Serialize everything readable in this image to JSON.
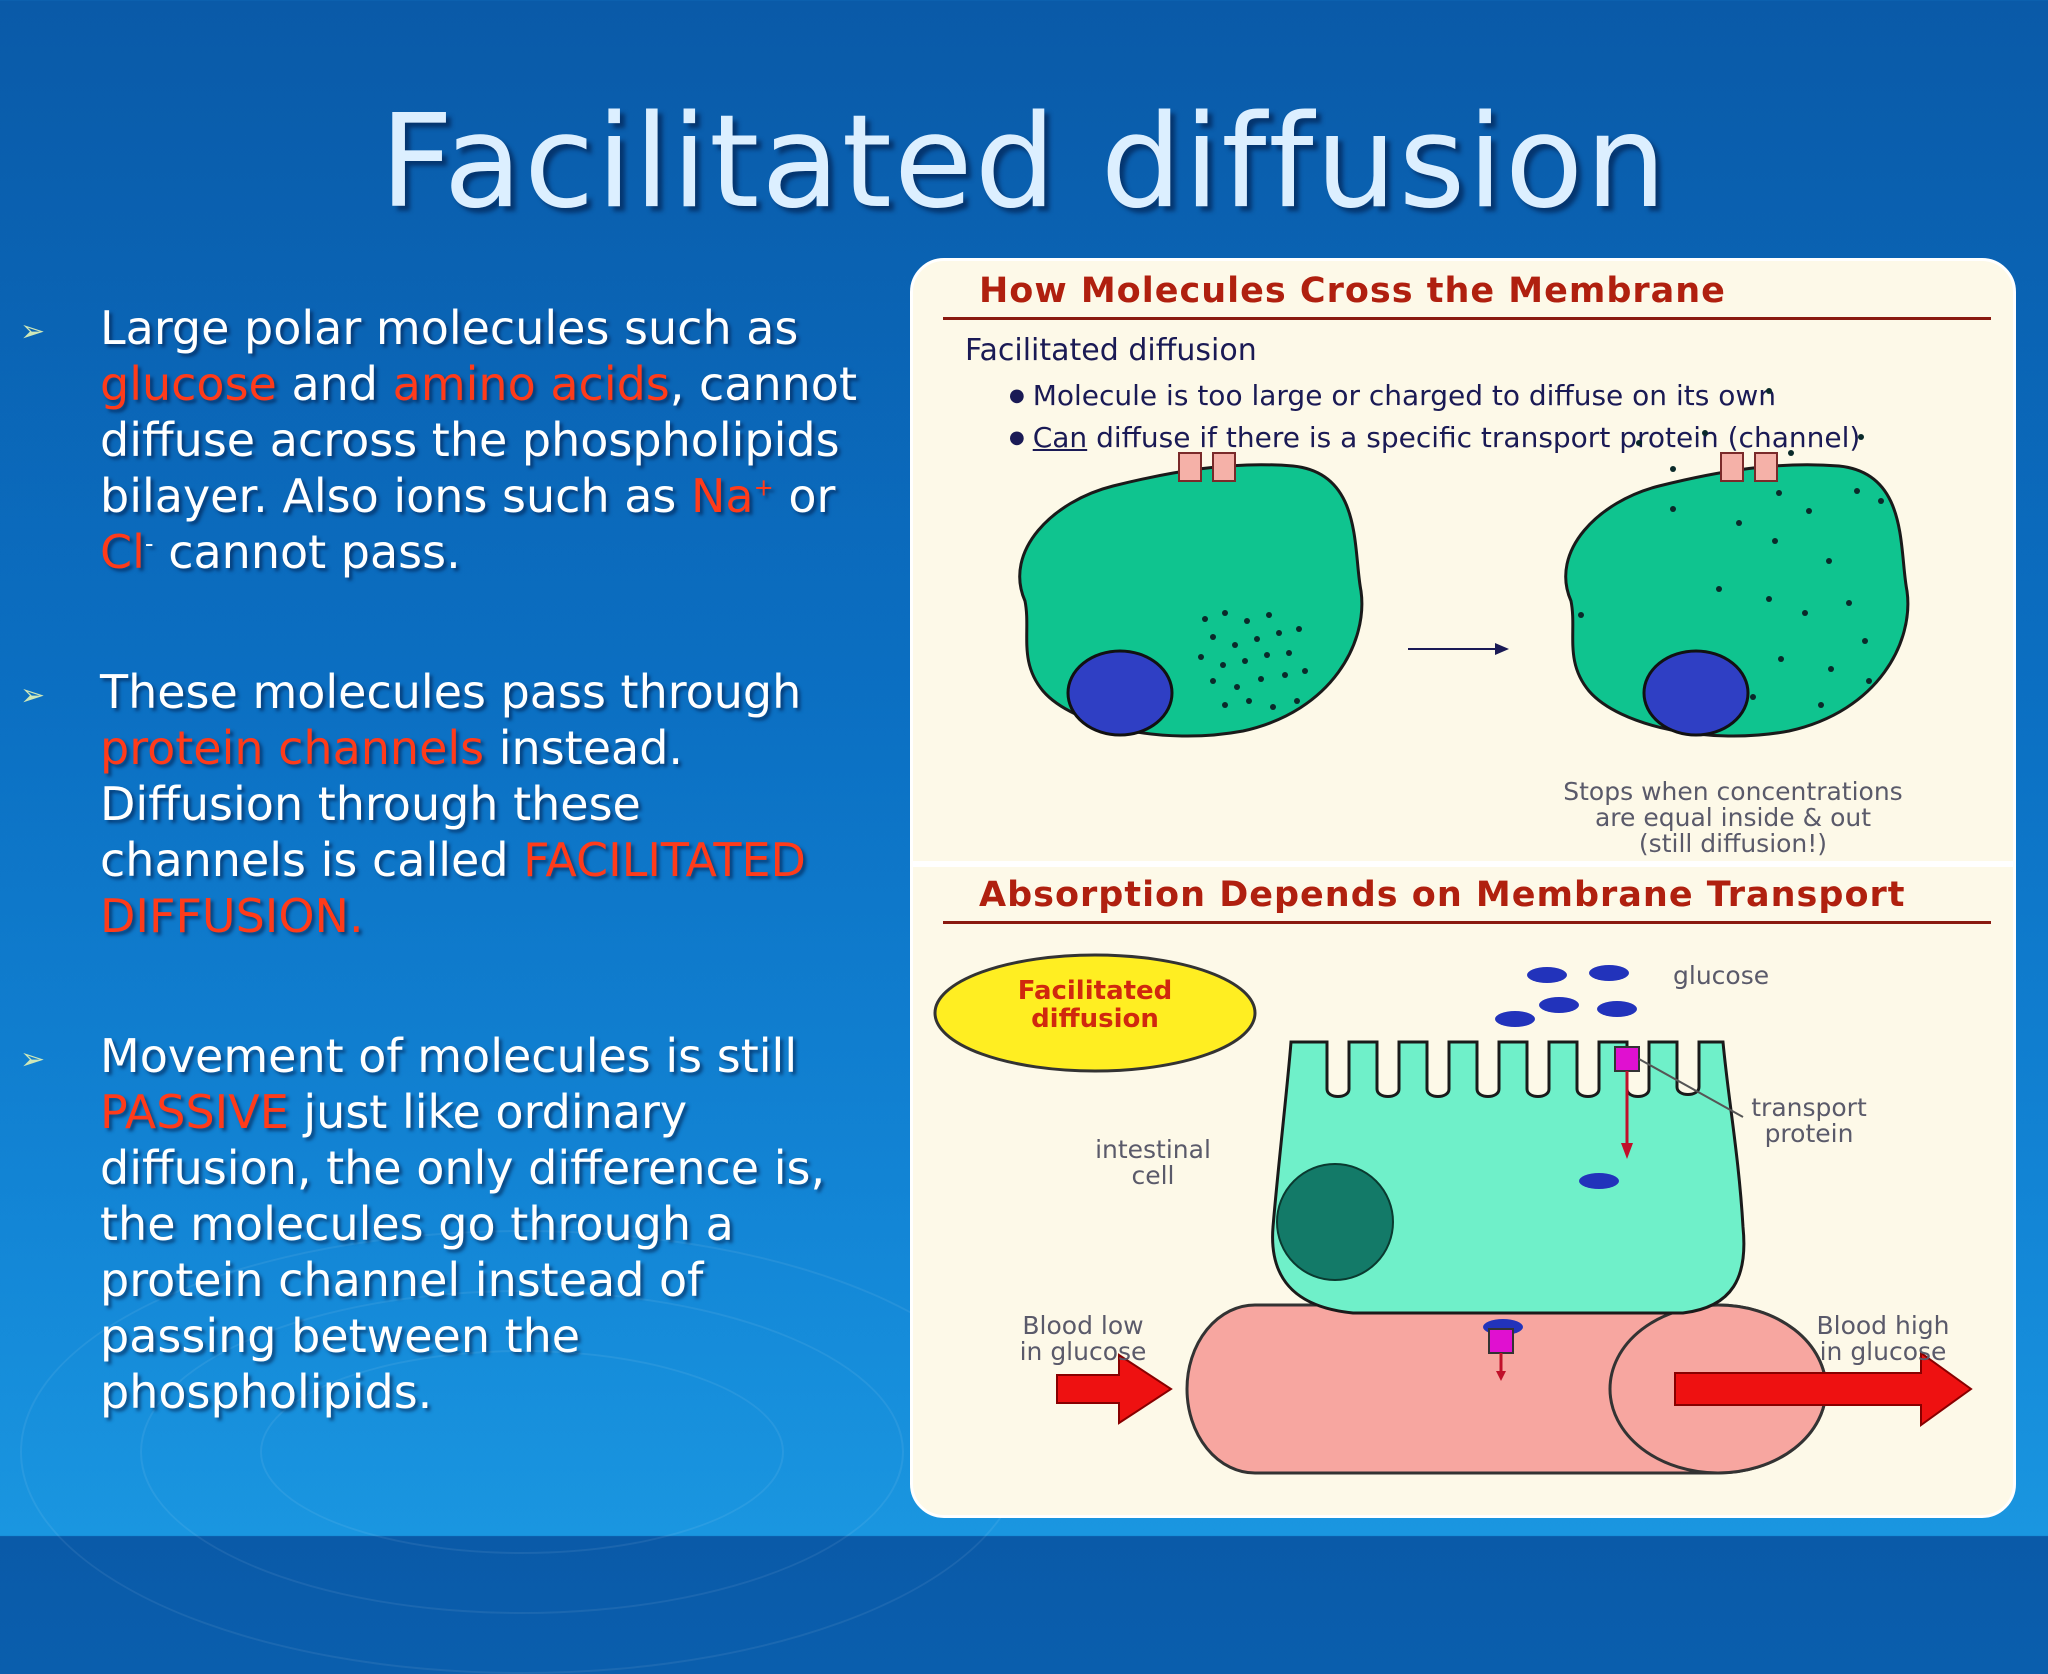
{
  "slide": {
    "title": "Facilitated diffusion",
    "bullets": [
      {
        "line1": "Large polar molecules such as",
        "glucose": "glucose",
        "and": " and ",
        "amino": "amino acids",
        "cannot": ", cannot",
        "line3": "diffuse across the phospholipids",
        "line4a": "bilayer. Also ions such as ",
        "na": "Na",
        "na_sup": "+",
        "or": " or",
        "cl": "Cl",
        "cl_sup": "-",
        "pass": " cannot pass."
      },
      {
        "line1": "These molecules pass through",
        "protein": "protein channels",
        "instead": " instead.",
        "line3": "Diffusion through these",
        "line4a": "channels is called ",
        "fac": "FACILITATED",
        "diff": "DIFFUSION."
      },
      {
        "line1": "Movement of molecules is still",
        "passive": "PASSIVE",
        "just": " just like ordinary",
        "line3": "diffusion, the only difference is,",
        "line4": "the molecules go through a",
        "line5": "protein channel instead of",
        "line6": "passing between the",
        "line7": "phospholipids."
      }
    ]
  },
  "figure_top": {
    "heading": "How Molecules Cross the Membrane",
    "subheading": "Facilitated diffusion",
    "point1": "Molecule is too large or charged to diffuse on its own",
    "point2_u": "Can",
    "point2_rest": " diffuse if there is a specific transport protein (channel)",
    "caption1": "Stops when concentrations",
    "caption2": "are equal inside & out",
    "caption3": "(still diffusion!)"
  },
  "figure_bottom": {
    "heading": "Absorption Depends on Membrane Transport",
    "ellipse1": "Facilitated",
    "ellipse2": "diffusion",
    "glucose": "glucose",
    "transport1": "transport",
    "transport2": "protein",
    "cell1": "intestinal",
    "cell2": "cell",
    "low1": "Blood low",
    "low2": "in glucose",
    "high1": "Blood high",
    "high2": "in glucose"
  },
  "colors": {
    "accent_red": "#ff3b1a",
    "cell_green": "#0fc48f",
    "nucleus_blue": "#2f3fc4",
    "channel_pink": "#f5b1a8",
    "gut_cell": "#6ff0c9",
    "blood_pink": "#f7a6a0",
    "arrow_red": "#ee1111",
    "transporter_magenta": "#e010d0"
  }
}
